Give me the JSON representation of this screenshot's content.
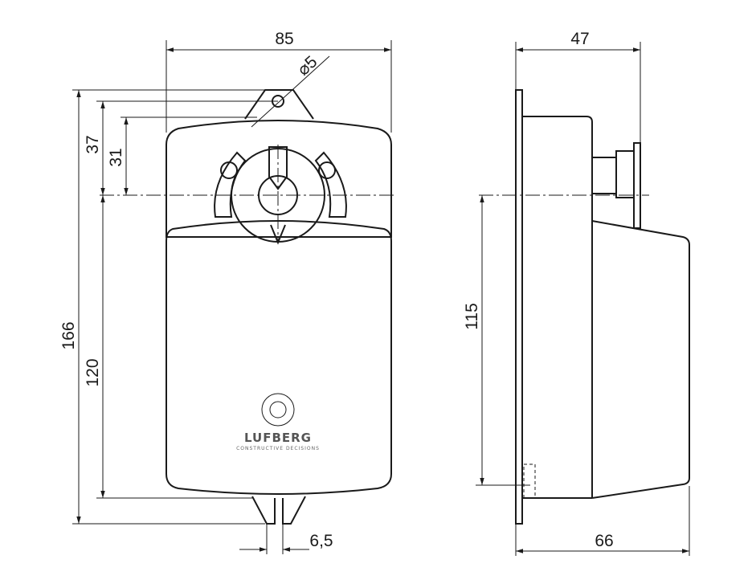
{
  "drawing": {
    "dimensions": {
      "width_front": "85",
      "hole_diameter": "⌀5",
      "depth_side": "47",
      "height_total": "166",
      "hole_to_shaft_a": "37",
      "hole_to_shaft_b": "31",
      "body_height": "120",
      "shaft_to_bottom": "115",
      "tab_width": "6,5",
      "depth_total": "66"
    },
    "logo": {
      "brand": "LUFBERG",
      "tagline": "CONSTRUCTIVE DECISIONS"
    },
    "colors": {
      "stroke": "#1a1a1a",
      "logo": "#555555"
    }
  }
}
